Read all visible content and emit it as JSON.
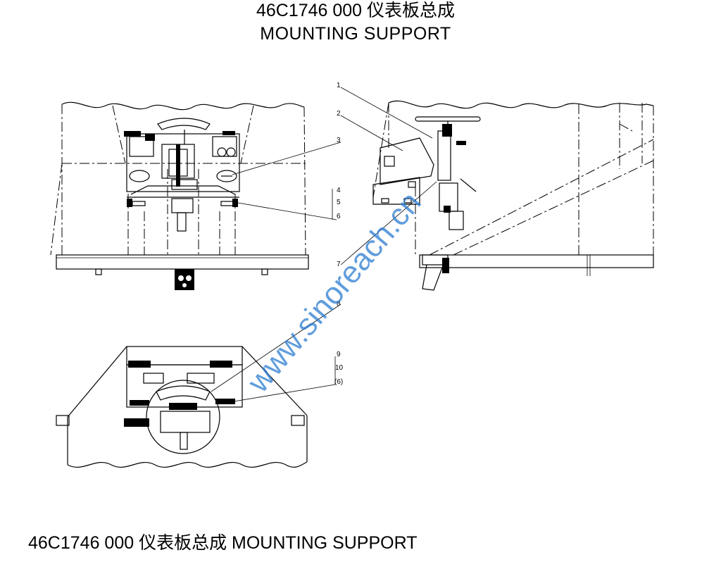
{
  "header": {
    "title_line1": "46C1746 000  仪表板总成",
    "title_line2": "MOUNTING    SUPPORT"
  },
  "caption": "46C1746 000  仪表板总成  MOUNTING SUPPORT",
  "watermark": "www.sinoreach.cn",
  "callouts": [
    "1",
    "2",
    "3",
    "4",
    "5",
    "6",
    "7",
    "8",
    "9",
    "10",
    "(6)"
  ],
  "colors": {
    "line": "#000000",
    "watermark": "#2b7cd0",
    "background": "#ffffff"
  }
}
